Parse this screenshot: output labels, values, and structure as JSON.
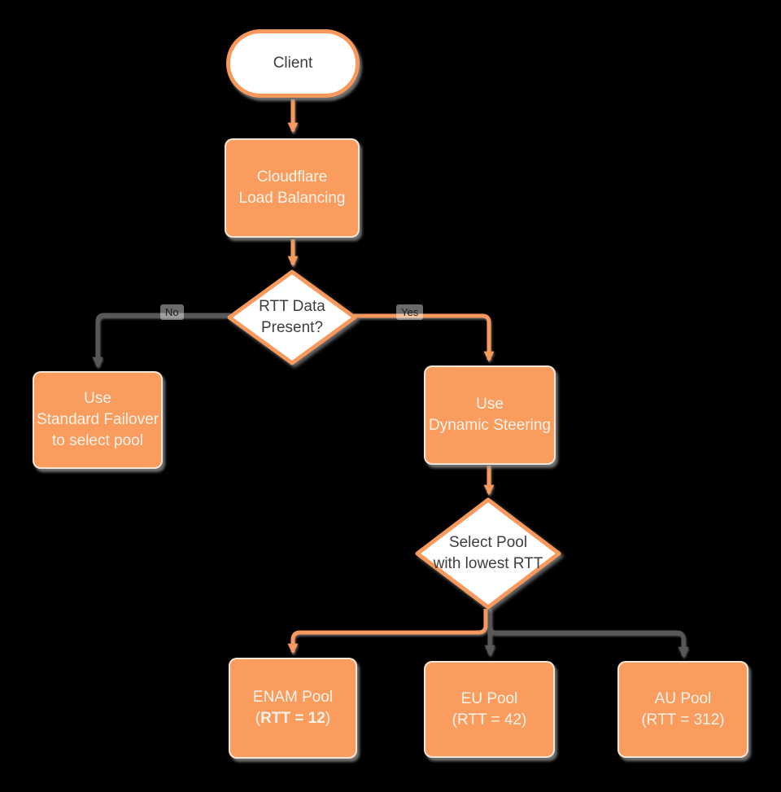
{
  "colors": {
    "background": "#000000",
    "node_orange_fill": "#F99C5E",
    "outline_orange": "#F7985C",
    "node_white_fill": "#FFFFFF",
    "text_dark": "#3E3E3E",
    "text_light": "#FBF3EA",
    "connector_gray": "#595959",
    "shadow_gray": "#969696"
  },
  "nodes": {
    "client": {
      "label": "Client"
    },
    "cloudflare_load_balancing": {
      "lines": [
        "Cloudflare",
        "Load Balancing"
      ]
    },
    "rtt_data_present": {
      "lines": [
        "RTT Data",
        "Present?"
      ]
    },
    "use_standard_failover": {
      "lines": [
        "Use",
        "Standard Failover",
        "to select pool"
      ]
    },
    "use_dynamic_steering": {
      "lines": [
        "Use",
        "Dynamic Steering"
      ]
    },
    "select_pool_lowest_rtt": {
      "lines": [
        "Select Pool",
        "with lowest RTT"
      ]
    },
    "enam_pool": {
      "name": "ENAM Pool",
      "rtt_open": "(",
      "rtt_bold": "RTT = 12",
      "rtt_close": ")"
    },
    "eu_pool": {
      "name": "EU Pool",
      "rtt": "(RTT = 42)"
    },
    "au_pool": {
      "name": "AU Pool",
      "rtt": "(RTT = 312)"
    }
  },
  "edge_labels": {
    "no": "No",
    "yes": "Yes"
  }
}
